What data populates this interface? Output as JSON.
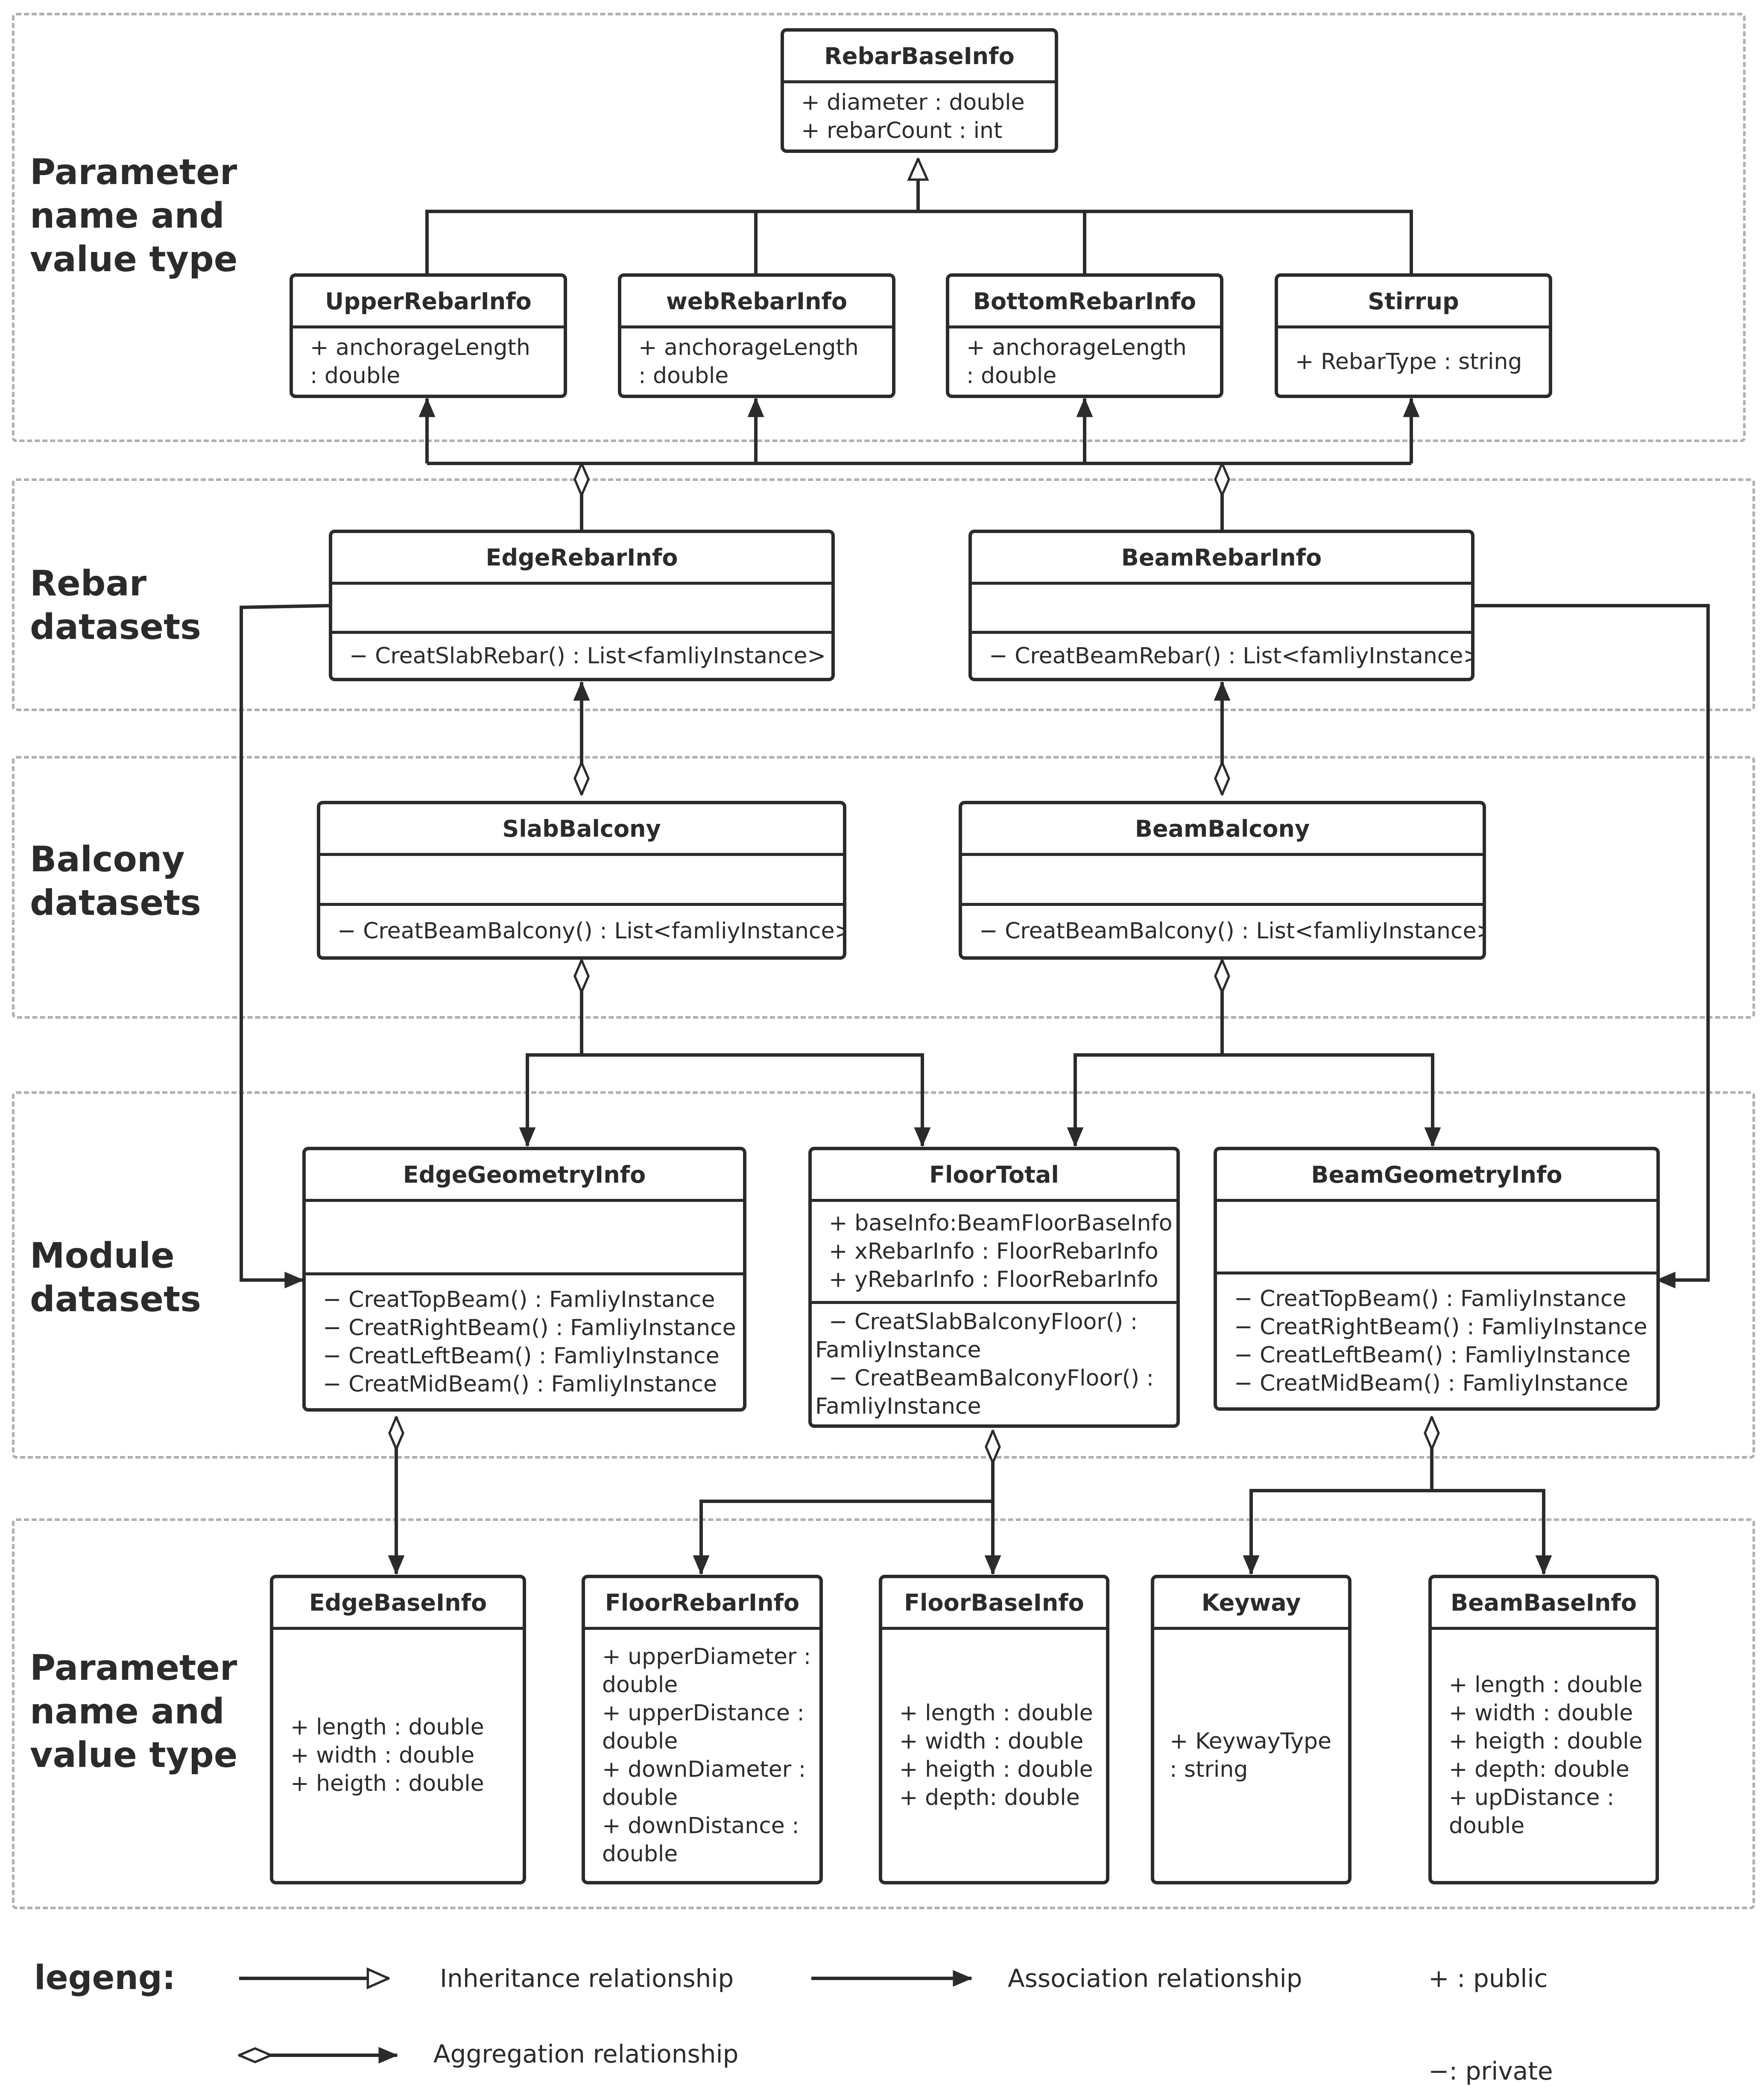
{
  "groups": [
    {
      "label": "Parameter\nname and\nvalue type"
    },
    {
      "label": "Rebar\ndatasets"
    },
    {
      "label": "Balcony\ndatasets"
    },
    {
      "label": "Module\ndatasets"
    },
    {
      "label": "Parameter\nname and\nvalue type"
    }
  ],
  "classes": {
    "RebarBaseInfo": {
      "name": "RebarBaseInfo",
      "attrs": [
        "+ diameter : double",
        "+ rebarCount : int"
      ],
      "ops": []
    },
    "UpperRebarInfo": {
      "name": "UpperRebarInfo",
      "attrs": [
        "+ anchorageLength",
        " :  double"
      ],
      "ops": []
    },
    "webRebarInfo": {
      "name": "webRebarInfo",
      "attrs": [
        "+ anchorageLength",
        " :  double"
      ],
      "ops": []
    },
    "BottomRebarInfo": {
      "name": "BottomRebarInfo",
      "attrs": [
        "+ anchorageLength",
        " :  double"
      ],
      "ops": []
    },
    "Stirrup": {
      "name": "Stirrup",
      "attrs": [
        "+ RebarType :   string"
      ],
      "ops": []
    },
    "EdgeRebarInfo": {
      "name": "EdgeRebarInfo",
      "attrs": [],
      "ops": [
        "− CreatSlabRebar() : List<famliyInstance>"
      ]
    },
    "BeamRebarInfo": {
      "name": "BeamRebarInfo",
      "attrs": [],
      "ops": [
        "− CreatBeamRebar() : List<famliyInstance>"
      ]
    },
    "SlabBalcony": {
      "name": "SlabBalcony",
      "attrs": [],
      "ops": [
        "− CreatBeamBalcony() : List<famliyInstance>"
      ]
    },
    "BeamBalcony": {
      "name": "BeamBalcony",
      "attrs": [],
      "ops": [
        "− CreatBeamBalcony() : List<famliyInstance>"
      ]
    },
    "EdgeGeometryInfo": {
      "name": "EdgeGeometryInfo",
      "attrs": [],
      "ops": [
        "− CreatTopBeam() : FamliyInstance",
        "− CreatRightBeam() : FamliyInstance",
        "− CreatLeftBeam() : FamliyInstance",
        "− CreatMidBeam() : FamliyInstance"
      ]
    },
    "FloorTotal": {
      "name": "FloorTotal",
      "attrs": [
        "+ baseInfo:BeamFloorBaseInfo",
        "+ xRebarInfo : FloorRebarInfo",
        "+ yRebarInfo : FloorRebarInfo"
      ],
      "ops": [
        "− CreatSlabBalconyFloor() :",
        "FamliyInstance",
        "− CreatBeamBalconyFloor() :",
        "FamliyInstance"
      ]
    },
    "BeamGeometryInfo": {
      "name": "BeamGeometryInfo",
      "attrs": [],
      "ops": [
        "− CreatTopBeam() : FamliyInstance",
        "− CreatRightBeam() : FamliyInstance",
        "− CreatLeftBeam() : FamliyInstance",
        "− CreatMidBeam() : FamliyInstance"
      ]
    },
    "EdgeBaseInfo": {
      "name": "EdgeBaseInfo",
      "attrs": [
        "+ length : double",
        "+ width : double",
        "+ heigth : double"
      ],
      "ops": []
    },
    "FloorRebarInfo": {
      "name": "FloorRebarInfo",
      "attrs": [
        "+ upperDiameter :",
        "double",
        "+ upperDistance :",
        "double",
        "+ downDiameter :",
        "double",
        "+ downDistance :",
        "double"
      ],
      "ops": []
    },
    "FloorBaseInfo": {
      "name": "FloorBaseInfo",
      "attrs": [
        "+ length : double",
        "+ width : double",
        "+ heigth : double",
        "+ depth: double"
      ],
      "ops": []
    },
    "Keyway": {
      "name": "Keyway",
      "attrs": [
        "+ KeywayType",
        ": string"
      ],
      "ops": []
    },
    "BeamBaseInfo": {
      "name": "BeamBaseInfo",
      "attrs": [
        "+ length : double",
        "+ width : double",
        "+ heigth : double",
        "+ depth: double",
        "+ upDistance :",
        "double"
      ],
      "ops": []
    }
  },
  "legend": {
    "title": "legeng:",
    "inheritance": "Inheritance relationship",
    "association": "Association relationship",
    "aggregation": "Aggregation relationship",
    "public": "+ :  public",
    "private": "−:  private"
  }
}
